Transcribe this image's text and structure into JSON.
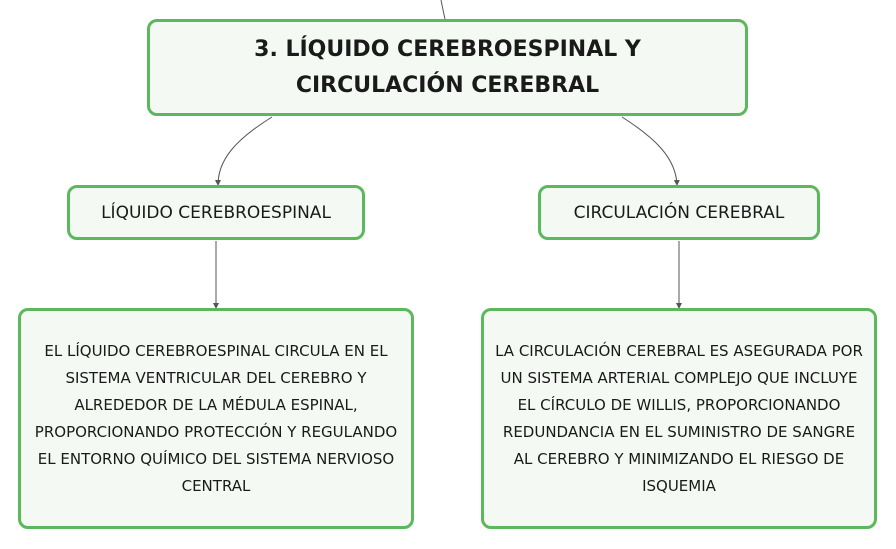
{
  "title": "3. LÍQUIDO CEREBROESPINAL Y CIRCULACIÓN CEREBRAL",
  "branches": [
    {
      "label": "LÍQUIDO CEREBROESPINAL",
      "detail": "EL LÍQUIDO CEREBROESPINAL CIRCULA EN EL SISTEMA VENTRICULAR DEL CEREBRO Y ALREDEDOR DE LA MÉDULA ESPINAL, PROPORCIONANDO PROTECCIÓN Y REGULANDO EL ENTORNO QUÍMICO DEL SISTEMA NERVIOSO CENTRAL"
    },
    {
      "label": "CIRCULACIÓN CEREBRAL",
      "detail": "LA CIRCULACIÓN CEREBRAL ES ASEGURADA POR UN SISTEMA ARTERIAL COMPLEJO QUE INCLUYE EL CÍRCULO DE WILLIS, PROPORCIONANDO REDUNDANCIA EN EL SUMINISTRO DE SANGRE AL CEREBRO Y MINIMIZANDO EL RIESGO DE ISQUEMIA"
    }
  ],
  "colors": {
    "node_border": "#5cb85c",
    "node_fill": "#f4faf3",
    "connector": "#555555"
  }
}
